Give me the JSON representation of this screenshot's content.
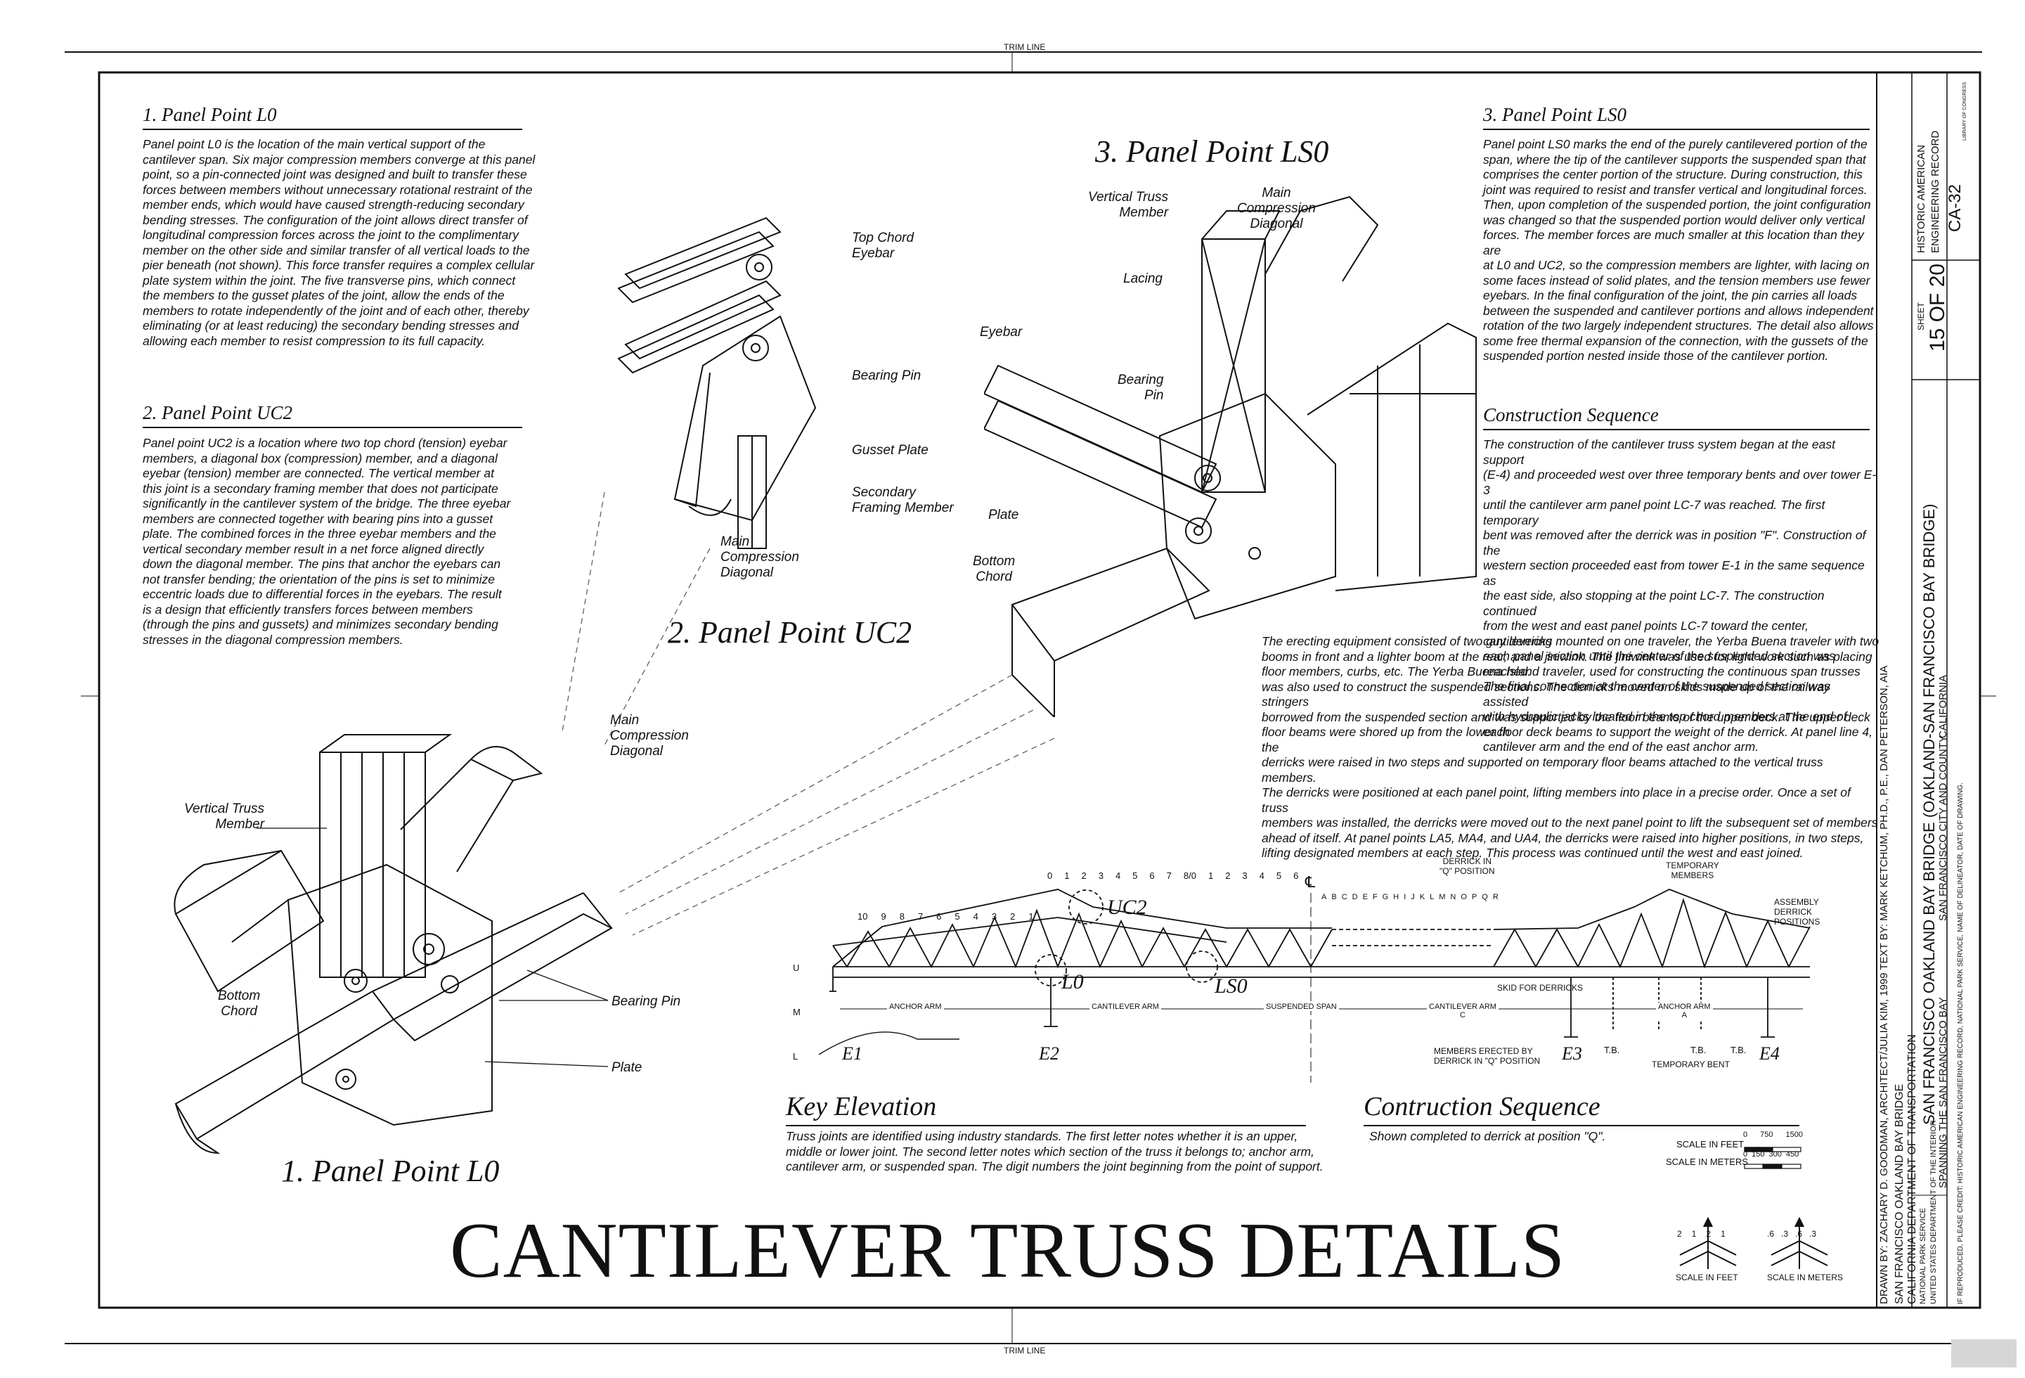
{
  "trim_line": "TRIM LINE",
  "main_title": "CANTILEVER TRUSS DETAILS",
  "sections": {
    "lo": {
      "heading": "1.  Panel Point L0",
      "text": "Panel point L0 is the location of the main vertical support of the\ncantilever span. Six major compression members converge at this panel\npoint, so a pin-connected joint was designed and built to transfer these\nforces between members without unnecessary rotational restraint of the\nmember ends, which would have caused strength-reducing secondary\nbending stresses. The configuration of the joint allows direct transfer of\nlongitudinal compression forces across the joint to the complimentary\nmember on the other side and similar transfer of all vertical loads to the\npier beneath (not shown). This force transfer requires a complex cellular\nplate system within the joint. The five transverse pins, which connect\nthe members to the gusset plates of the joint, allow the ends of the\nmembers to rotate independently of the joint and of each other, thereby\neliminating (or at least reducing) the secondary bending stresses and\nallowing each member to resist compression to its full capacity."
    },
    "uc2": {
      "heading": "2.  Panel Point UC2",
      "text": "Panel point UC2 is a location where two top chord (tension) eyebar\nmembers, a diagonal box (compression) member, and a diagonal\neyebar (tension) member are connected.  The vertical member at\nthis joint is a secondary framing member that does not participate\nsignificantly in the cantilever system of the bridge.  The three eyebar\nmembers are connected together with bearing pins into a gusset\nplate.  The combined forces in the three eyebar members and the\nvertical secondary member result in a net force aligned directly\ndown the diagonal member.  The pins that anchor the eyebars can\nnot transfer bending; the orientation of the pins is set to minimize\neccentric loads due to differential forces in the eyebars.  The result\nis a design that efficiently transfers forces between members\n(through the pins and gussets) and minimizes secondary bending\nstresses in the diagonal compression members."
    },
    "ls0": {
      "heading": "3.  Panel Point LS0",
      "text": "Panel point LS0 marks the end of the purely cantilevered portion of the\nspan, where the tip of the cantilever supports the suspended span that\ncomprises the center portion of the structure. During construction, this\njoint was required to resist and transfer vertical and longitudinal forces.\nThen, upon completion of the suspended portion, the joint configuration\nwas changed so that the suspended portion would deliver only vertical\nforces. The member forces are much smaller at this location than they are\nat L0 and UC2, so the compression members are lighter, with lacing on\nsome faces instead of solid plates, and the tension members use fewer\neyebars. In the final configuration of the joint, the pin carries all loads\nbetween the suspended and cantilever portions and allows independent\nrotation of the two largely independent structures. The detail also allows\nsome free thermal expansion of the connection, with the gussets of the\nsuspended portion nested inside those of the cantilever portion."
    },
    "construction": {
      "heading": "Construction Sequence",
      "text1": "The construction of the cantilever truss system began at the east support\n(E-4) and proceeded west over three temporary bents and over tower E-3\nuntil the cantilever arm panel point  LC-7 was reached.  The first temporary\nbent was removed after the derrick was in position \"F\". Construction of the\nwestern section proceeded east from tower E-1 in the same sequence as\nthe east side, also stopping at the point LC-7.  The construction continued\nfrom the west and east panel points LC-7 toward the center, cantilevering\neach panel section until the center of the suspended section was reached.\nThe final connection at the center of the suspended section was assisted\nwith hydraulic jacks located in the top chord members at the end of each\ncantilever arm and the end of the east anchor arm.",
      "text2": "The erecting equipment consisted of two guy derricks mounted on one traveler, the Yerba Buena traveler with two\nbooms in front and a lighter boom at the rear, and a jiniwink.  The jiniwink was used for light work such as placing\nfloor members, curbs, etc.  The Yerba Buena Island traveler, used for constructing the continuous span trusses\nwas also used to construct the suspended sections.  The derricks moved on skids made up of the railway stringers\nborrowed from the suspended section and was supported by the floor beams of the upper deck.  The upper deck\nfloor beams were shored up from the lower floor deck beams to support the weight of the derrick.  At panel line 4, the\nderricks were raised in two steps and supported on temporary floor beams attached to the vertical truss members.\nThe derricks were positioned at each panel point, lifting members into place in a precise order.  Once a set of truss\nmembers was installed, the derricks were moved out to the next panel point to lift the subsequent set of members\nahead of itself.  At panel points LA5, MA4, and UA4, the derricks were raised into higher positions, in two steps,\nlifting designated members at each step.  This process was continued until the west and east joined."
    },
    "key_elevation": {
      "heading": "Key Elevation",
      "text": "Truss joints are identified using industry standards.  The first letter notes whether it is an upper,\nmiddle or lower joint.  The second letter notes which section of the truss it belongs to; anchor arm,\ncantilever arm, or suspended span.  The digit numbers the joint beginning from the point of support."
    },
    "contruction_seq": {
      "heading": "Contruction Sequence",
      "text": "Shown completed to derrick at position \"Q\"."
    }
  },
  "detail_titles": {
    "lo": "1. Panel Point L0",
    "uc2": "2. Panel Point UC2",
    "ls0": "3. Panel Point LS0"
  },
  "callouts": {
    "lo_vertical": "Vertical Truss\nMember",
    "lo_bottom": "Bottom\nChord",
    "lo_main": "Main\nCompression\nDiagonal",
    "lo_pin": "Bearing Pin",
    "lo_plate": "Plate",
    "uc2_top": "Top Chord\nEyebar",
    "uc2_pin": "Bearing Pin",
    "uc2_gusset": "Gusset Plate",
    "uc2_secondary": "Secondary\nFraming Member",
    "uc2_main": "Main\nCompression\nDiagonal",
    "ls0_vertical": "Vertical Truss\nMember",
    "ls0_main": "Main\nCompression\nDiagonal",
    "ls0_lacing": "Lacing",
    "ls0_eyebar": "Eyebar",
    "ls0_pin": "Bearing\nPin",
    "ls0_plate": "Plate",
    "ls0_bottom": "Bottom\nChord"
  },
  "elevation": {
    "uml": [
      "U",
      "M",
      "L"
    ],
    "anchor_nums": [
      "10",
      "9",
      "8",
      "7",
      "6",
      "5",
      "4",
      "3",
      "2",
      "1"
    ],
    "cant_nums": [
      "0",
      "1",
      "2",
      "3",
      "4",
      "5",
      "6",
      "7",
      "8/0",
      "1",
      "2",
      "3",
      "4",
      "5",
      "6"
    ],
    "letters": [
      "A",
      "B",
      "C",
      "D",
      "E",
      "F",
      "G",
      "H",
      "I",
      "J",
      "K",
      "L",
      "M",
      "N",
      "O",
      "P",
      "Q",
      "R"
    ],
    "centerline": "℄",
    "uc2_mark": "UC2",
    "lo_mark": "L0",
    "ls0_mark": "LS0",
    "spans": {
      "anchor_left": "ANCHOR ARM",
      "cant_left": "CANTILEVER ARM",
      "suspended": "SUSPENDED SPAN",
      "cant_right": "CANTILEVER ARM",
      "cant_right_sub": "C",
      "anchor_right": "ANCHOR ARM",
      "anchor_right_sub": "A"
    },
    "piers": [
      "E1",
      "E2",
      "E3",
      "E4"
    ],
    "tb": [
      "T.B.",
      "T.B.",
      "T.B."
    ],
    "notes": {
      "derrick": "DERRICK IN\n\"Q\" POSITION",
      "temp_members": "TEMPORARY\nMEMBERS",
      "assembly": "ASSEMBLY\nDERRICK\nPOSITIONS",
      "skid": "SKID FOR DERRICKS",
      "members_erected": "MEMBERS ERECTED BY\nDERRICK IN \"Q\" POSITION",
      "temp_bent": "TEMPORARY BENT"
    }
  },
  "scales": {
    "feet_label": "SCALE IN FEET",
    "feet_ticks": [
      "0",
      "750",
      "1500"
    ],
    "meters_label": "SCALE IN METERS",
    "meters_ticks": [
      "0",
      "150",
      "300",
      "450"
    ],
    "north_feet": "SCALE IN FEET",
    "north_meters": "SCALE IN METERS",
    "north_feet_nums": [
      "2",
      "1",
      "2",
      "1"
    ],
    "north_m_nums": [
      ".6",
      ".3",
      ".6",
      ".3"
    ]
  },
  "title_block": {
    "drawn_by": "DRAWN BY:  ZACHARY D. GOODMAN, ARCHITECT/JULIA KIM, 1999     TEXT BY:  MARK KETCHUM, PH.D., P.E., DAN PETERSON, AIA",
    "line1": "SAN FRANCISCO OAKLAND BAY BRIDGE",
    "line2": "CALIFORNIA DEPARTMENT OF TRANSPORTATION",
    "line3": "NATIONAL PARK SERVICE",
    "line4": "UNITED STATES DEPARTMENT OF THE INTERIOR",
    "bridge_name": "SAN FRANCISCO OAKLAND BAY BRIDGE (OAKLAND-SAN FRANCISCO BAY BRIDGE)",
    "spanning": "SPANNING THE SAN FRANCISCO BAY",
    "city": "SAN FRANCISCO CITY AND COUNTY",
    "state": "CALIFORNIA",
    "credit": "IF REPRODUCED, PLEASE CREDIT: HISTORIC AMERICAN ENGINEERING RECORD, NATIONAL PARK SERVICE, NAME OF DELINEATOR, DATE OF DRAWING.",
    "sheet_label": "SHEET",
    "sheet": "15 OF 20",
    "haer1": "HISTORIC AMERICAN",
    "haer2": "ENGINEERING RECORD",
    "haer_no": "CA-32",
    "lib": "LIBRARY OF CONGRESS"
  }
}
